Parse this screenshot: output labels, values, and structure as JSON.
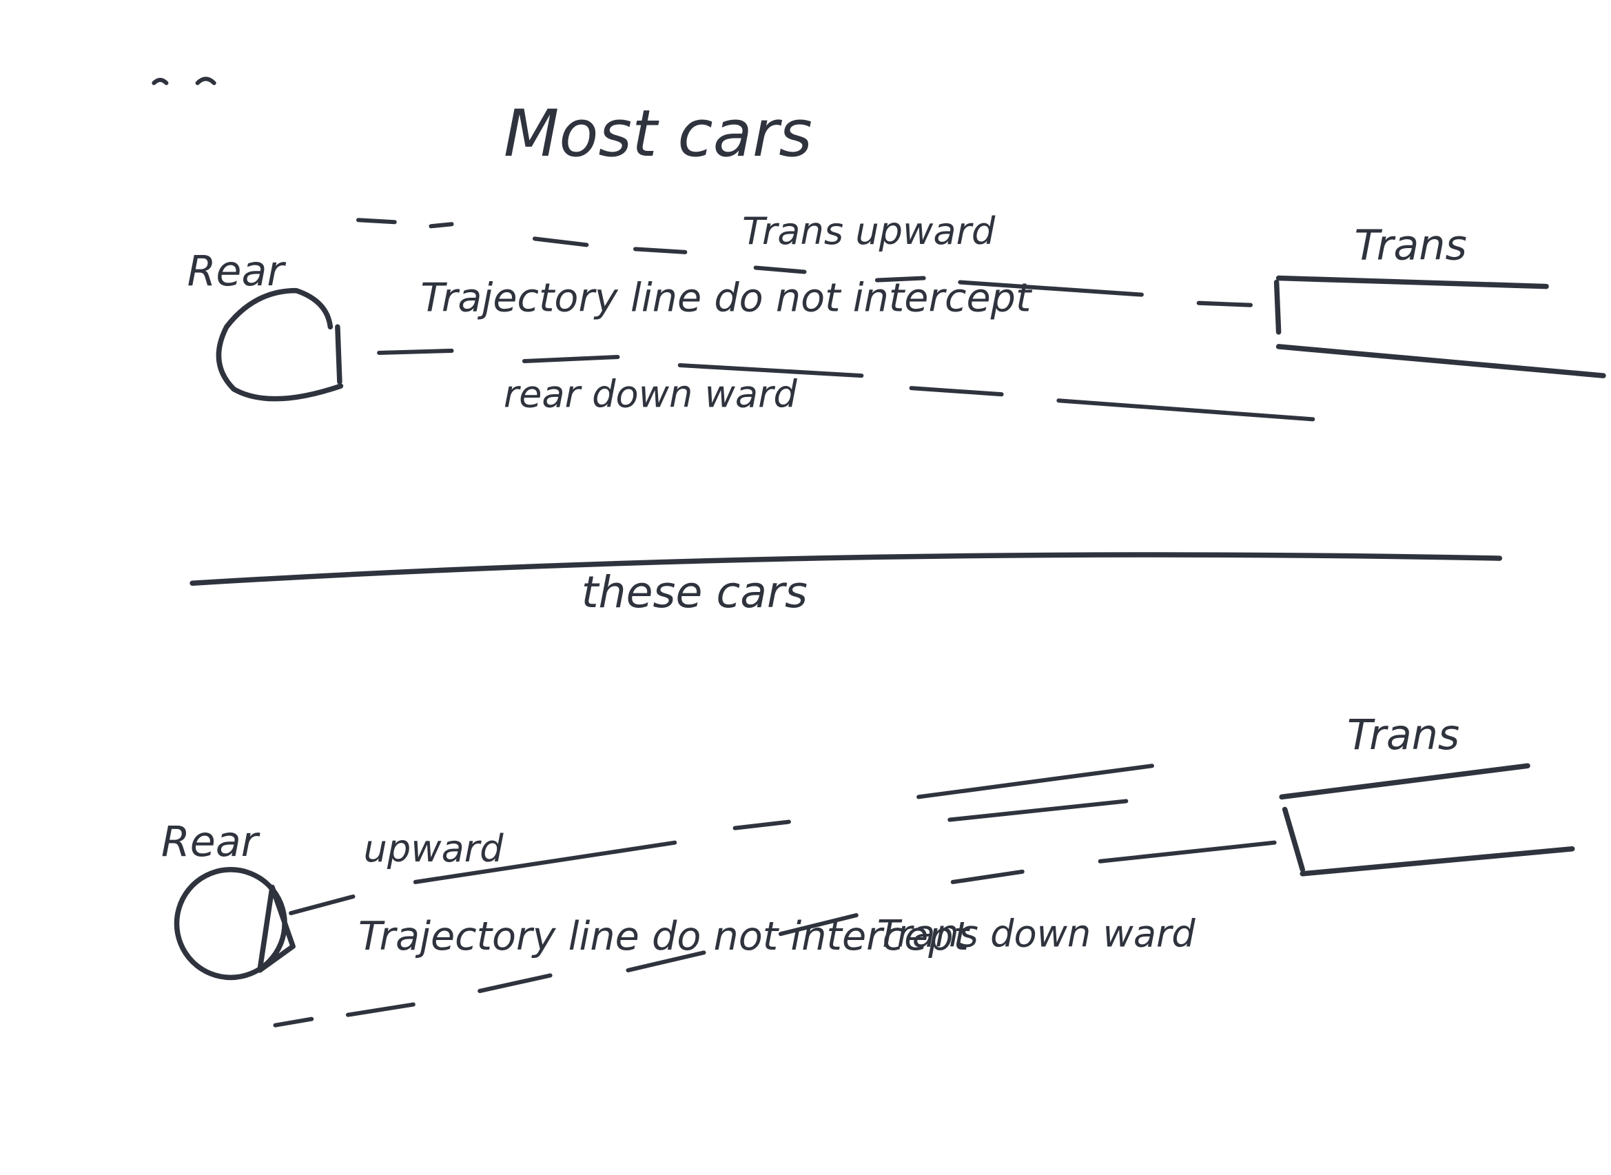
{
  "diagram": {
    "top_section": {
      "title": "Most cars",
      "rear_label": "Rear",
      "trans_label": "Trans",
      "upper_note": "Trans upward",
      "middle_note": "Trajectory line do not intercept",
      "lower_note": "rear down ward"
    },
    "bottom_section": {
      "title": "these cars",
      "rear_label": "Rear",
      "trans_label": "Trans",
      "upper_note": "upward",
      "middle_note": "Trajectory line do not intercept",
      "lower_note": "Trans down ward"
    },
    "ink_color": "#2f333d"
  }
}
